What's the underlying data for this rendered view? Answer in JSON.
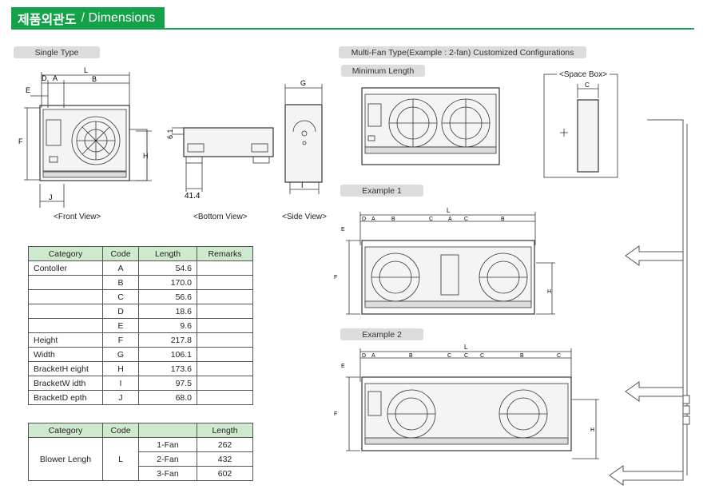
{
  "header": {
    "title_ko": "제품외관도",
    "title_en": "/ Dimensions"
  },
  "single": {
    "label": "Single Type",
    "front_caption": "<Front View>",
    "bottom_caption": "<Bottom View>",
    "side_caption": "<Side View>",
    "dims": {
      "L": "L",
      "D": "D",
      "A": "A",
      "B": "B",
      "E": "E",
      "F": "F",
      "J": "J",
      "H": "H",
      "G": "G",
      "I": "I",
      "d61": "6.1",
      "d414": "41.4"
    }
  },
  "multi": {
    "label": "Multi-Fan Type(Example : 2-fan) Customized Configurations",
    "min_label": "Minimum Length",
    "space_box": "<Space Box>",
    "space_c": "C",
    "ex1": "Example 1",
    "ex2": "Example 2",
    "dim_letters": {
      "L": "L",
      "D": "D",
      "A": "A",
      "B": "B",
      "C": "C",
      "E": "E",
      "F": "F",
      "H": "H"
    }
  },
  "spec_table": {
    "headers": [
      "Category",
      "Code",
      "Length",
      "Remarks"
    ],
    "rows": [
      [
        "Contoller",
        "A",
        "54.6",
        ""
      ],
      [
        "",
        "B",
        "170.0",
        ""
      ],
      [
        "",
        "C",
        "56.6",
        ""
      ],
      [
        "",
        "D",
        "18.6",
        ""
      ],
      [
        "",
        "E",
        "9.6",
        ""
      ],
      [
        "Height",
        "F",
        "217.8",
        ""
      ],
      [
        "Width",
        "G",
        "106.1",
        ""
      ],
      [
        "BracketH eight",
        "H",
        "173.6",
        ""
      ],
      [
        "BracketW idth",
        "I",
        "97.5",
        ""
      ],
      [
        "BracketD epth",
        "J",
        "68.0",
        ""
      ]
    ]
  },
  "blower_table": {
    "headers": [
      "Category",
      "Code",
      "",
      "Length"
    ],
    "category": "Blower Lengh",
    "code": "L",
    "rows": [
      [
        "1-Fan",
        "262"
      ],
      [
        "2-Fan",
        "432"
      ],
      [
        "3-Fan",
        "602"
      ]
    ]
  }
}
